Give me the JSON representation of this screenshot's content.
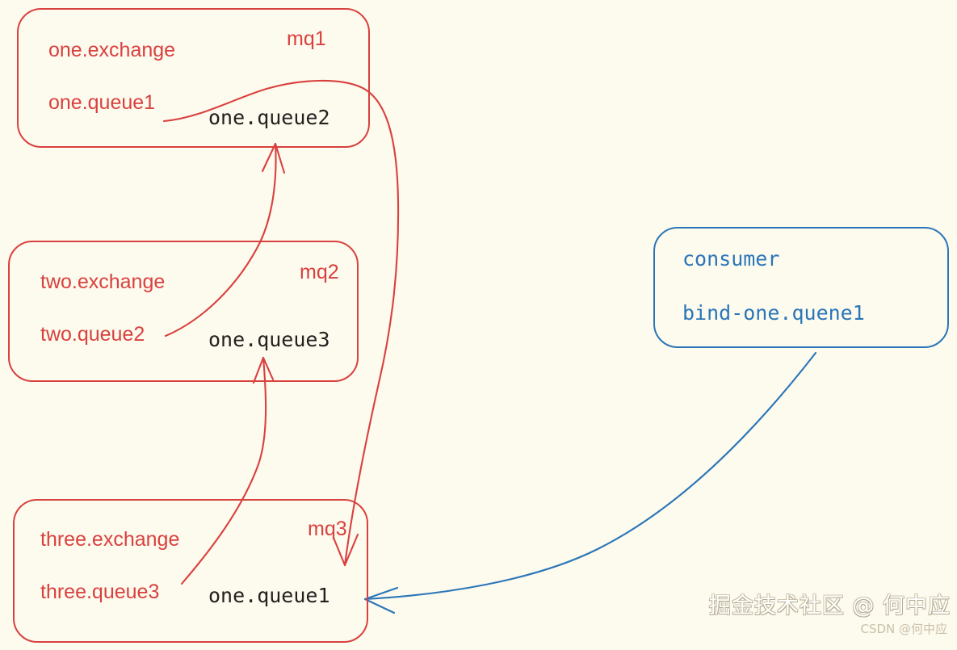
{
  "diagram": {
    "title": "RabbitMQ exchange / queue binding diagram",
    "background_color": "#fdfaee",
    "red_color": "#d9413f",
    "blue_color": "#2a76b8",
    "dark_text_color": "#24211f"
  },
  "boxes": [
    {
      "id": "mq1",
      "tag": "mq1",
      "color": "red",
      "exchange": "one.exchange",
      "queue": "one.queue1",
      "target_queue": "one.queue2"
    },
    {
      "id": "mq2",
      "tag": "mq2",
      "color": "red",
      "exchange": "two.exchange",
      "queue": "two.queue2",
      "target_queue": "one.queue3"
    },
    {
      "id": "mq3",
      "tag": "mq3",
      "color": "red",
      "exchange": "three.exchange",
      "queue": "three.queue3",
      "target_queue": "one.queue1"
    }
  ],
  "consumer": {
    "id": "consumer",
    "color": "blue",
    "title": "consumer",
    "binding": "bind-one.quene1"
  },
  "connections": [
    {
      "name": "mq1-queue1-to-mq3",
      "color": "#d9413f",
      "from": "one.queue1",
      "to": "mq3"
    },
    {
      "name": "mq2-queue2-to-one-queue2",
      "color": "#d9413f",
      "from": "two.queue2",
      "to": "one.queue2"
    },
    {
      "name": "mq3-queue3-to-one-queue3",
      "color": "#d9413f",
      "from": "three.queue3",
      "to": "one.queue3"
    },
    {
      "name": "consumer-to-one-queue1",
      "color": "#2a76b8",
      "from": "consumer",
      "to": "one.queue1"
    }
  ],
  "watermark": {
    "main": "掘金技术社区 @ 何中应",
    "sub": "CSDN @何中应"
  }
}
